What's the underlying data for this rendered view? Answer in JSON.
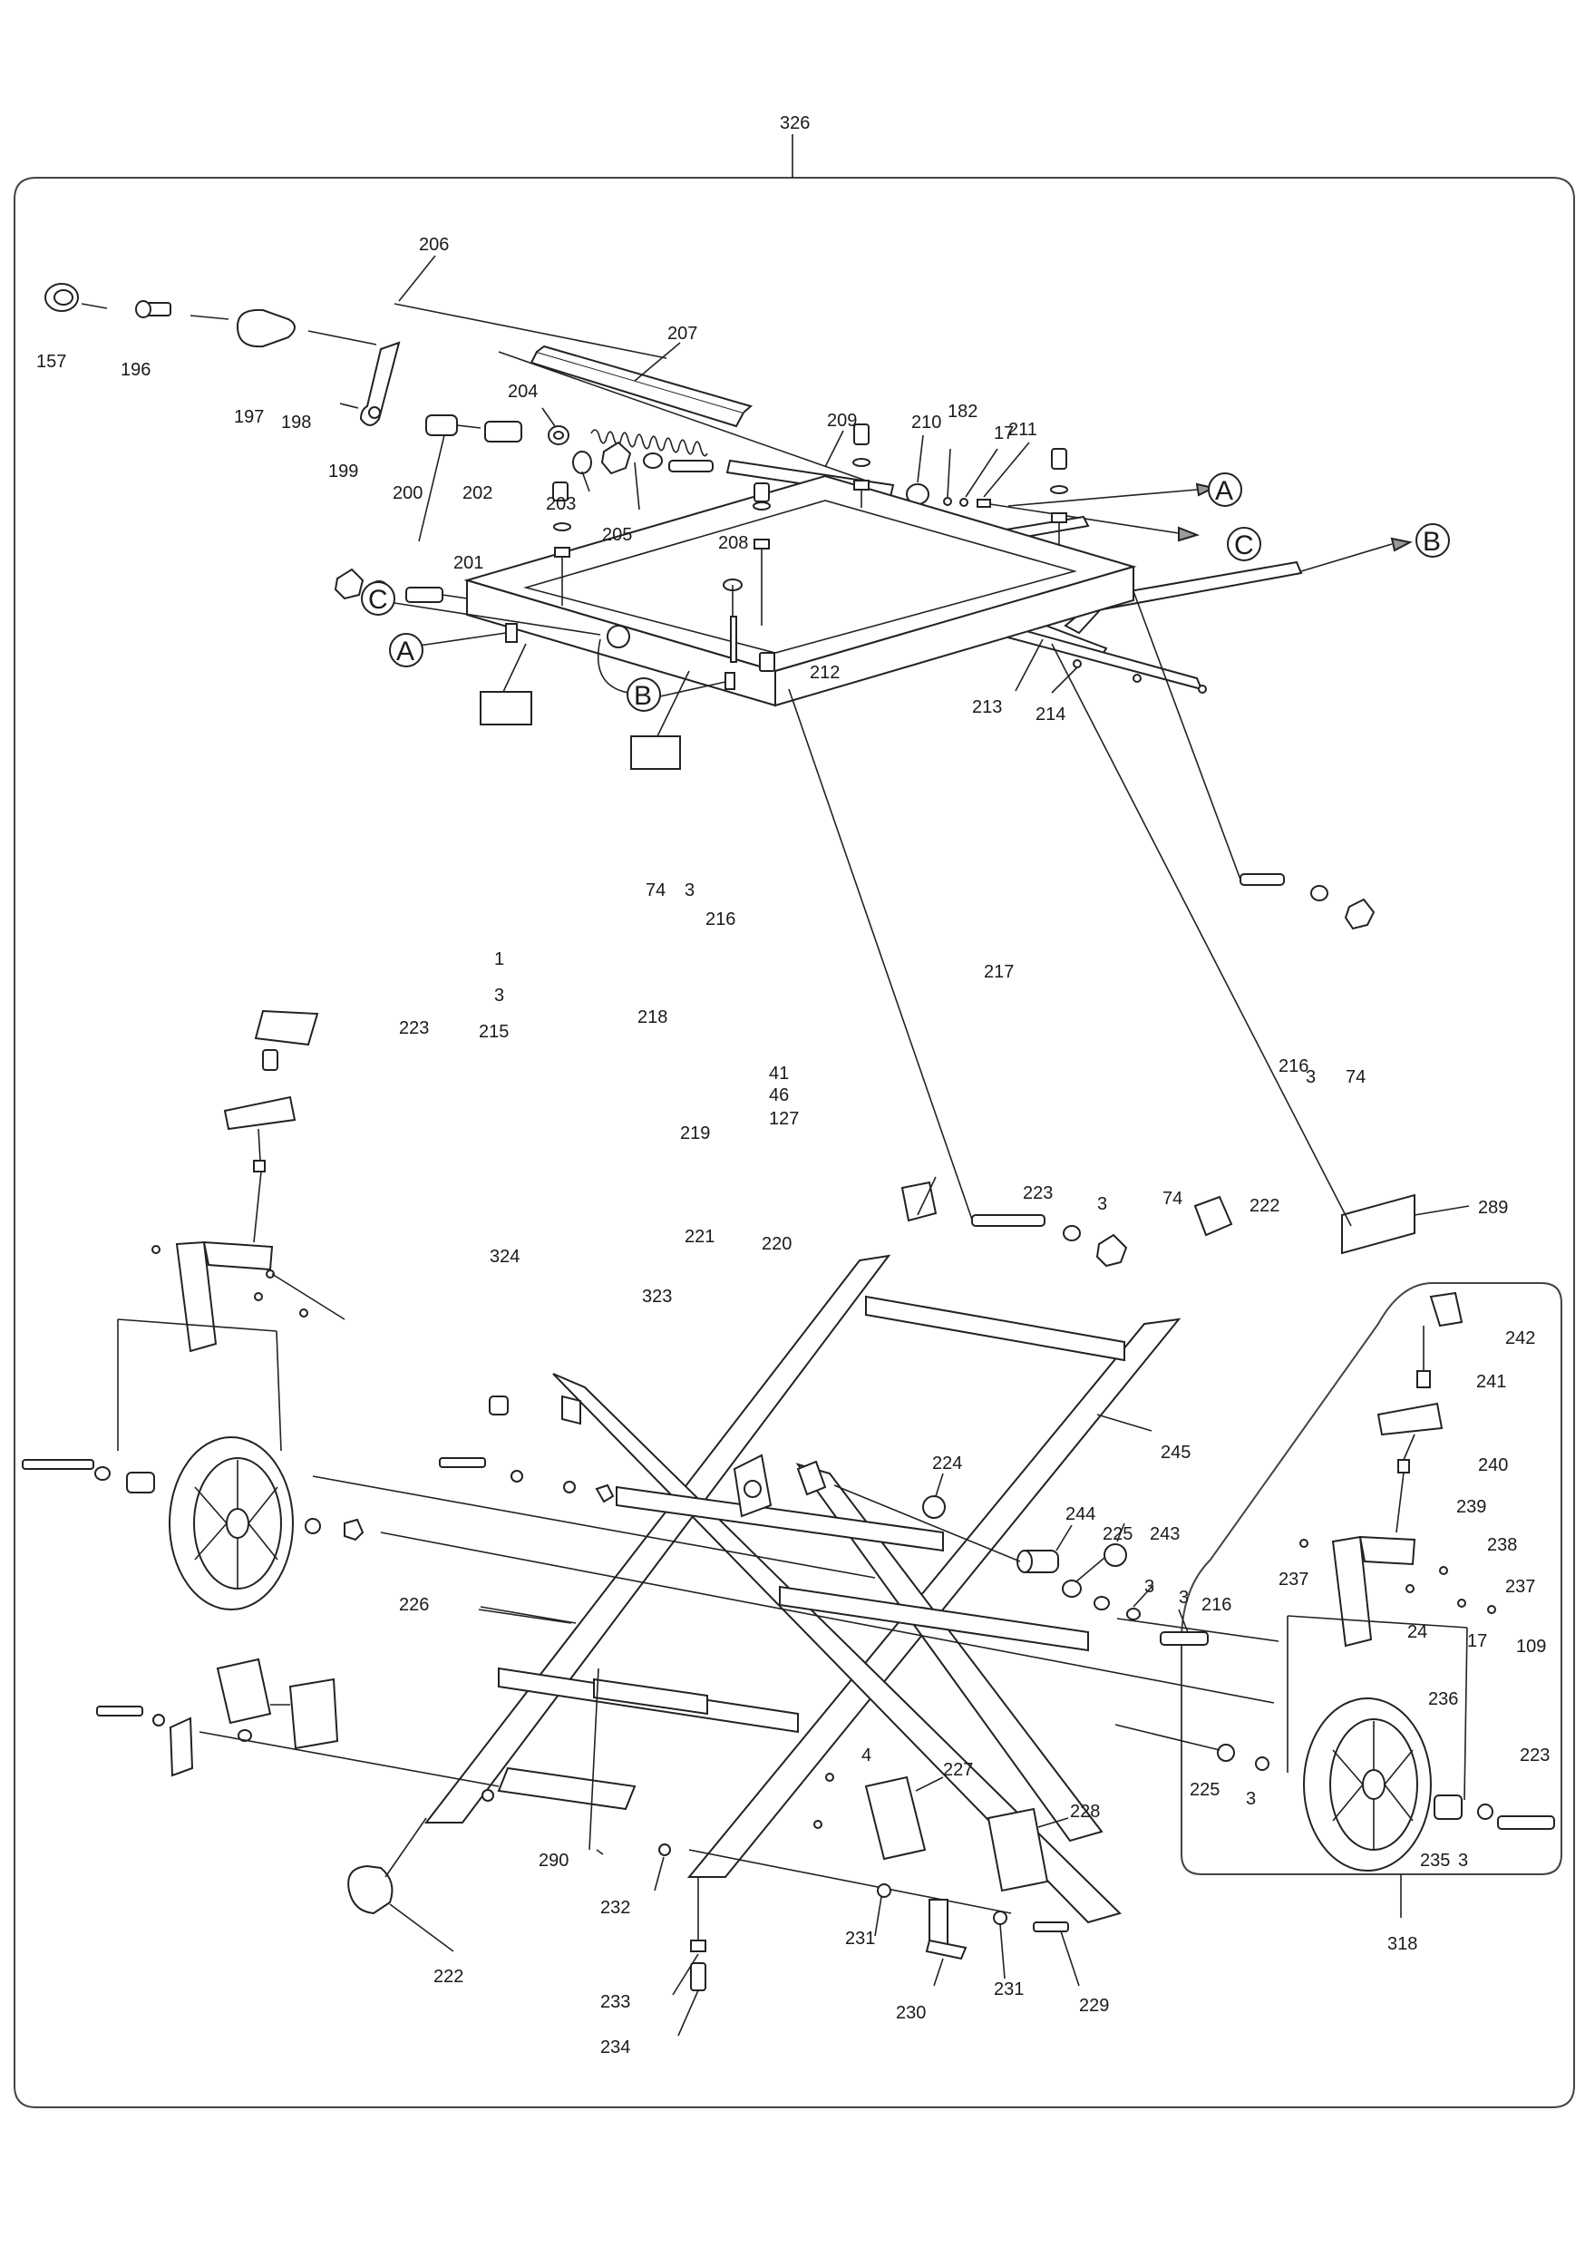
{
  "assembly_number": "326",
  "sub_assembly_number": "318",
  "callouts": [
    "A",
    "B",
    "C"
  ],
  "part_labels": {
    "p157": "157",
    "p196": "196",
    "p197": "197",
    "p198": "198",
    "p199": "199",
    "p200": "200",
    "p201": "201",
    "p202": "202",
    "p203": "203",
    "p204": "204",
    "p205": "205",
    "p206": "206",
    "p207": "207",
    "p208": "208",
    "p209": "209",
    "p210": "210",
    "p182": "182",
    "p17a": "17",
    "p211": "211",
    "p212": "212",
    "p213": "213",
    "p214": "214",
    "p74a": "74",
    "p3a": "3",
    "p216a": "216",
    "p1": "1",
    "p3b": "3",
    "p215": "215",
    "p223a": "223",
    "p218": "218",
    "p217": "217",
    "p41": "41",
    "p46": "46",
    "p127": "127",
    "p219": "219",
    "p221": "221",
    "p220": "220",
    "p324": "324",
    "p323": "323",
    "p216b": "216",
    "p3c": "3",
    "p74b": "74",
    "p223b": "223",
    "p3d": "3",
    "p74c": "74",
    "p222a": "222",
    "p289": "289",
    "p242": "242",
    "p241": "241",
    "p240": "240",
    "p239": "239",
    "p245": "245",
    "p224": "224",
    "p244": "244",
    "p225a": "225",
    "p243": "243",
    "p3e": "3",
    "p3f": "3",
    "p216c": "216",
    "p237a": "237",
    "p238": "238",
    "p237b": "237",
    "p24": "24",
    "p17b": "17",
    "p109": "109",
    "p226": "226",
    "p236": "236",
    "p225b": "225",
    "p3g": "3",
    "p223c": "223",
    "p235": "235",
    "p3h": "3",
    "p4": "4",
    "p227": "227",
    "p228": "228",
    "p290": "290",
    "p232": "232",
    "p231a": "231",
    "p231b": "231",
    "p230": "230",
    "p229": "229",
    "p233": "233",
    "p234": "234",
    "p222b": "222"
  }
}
